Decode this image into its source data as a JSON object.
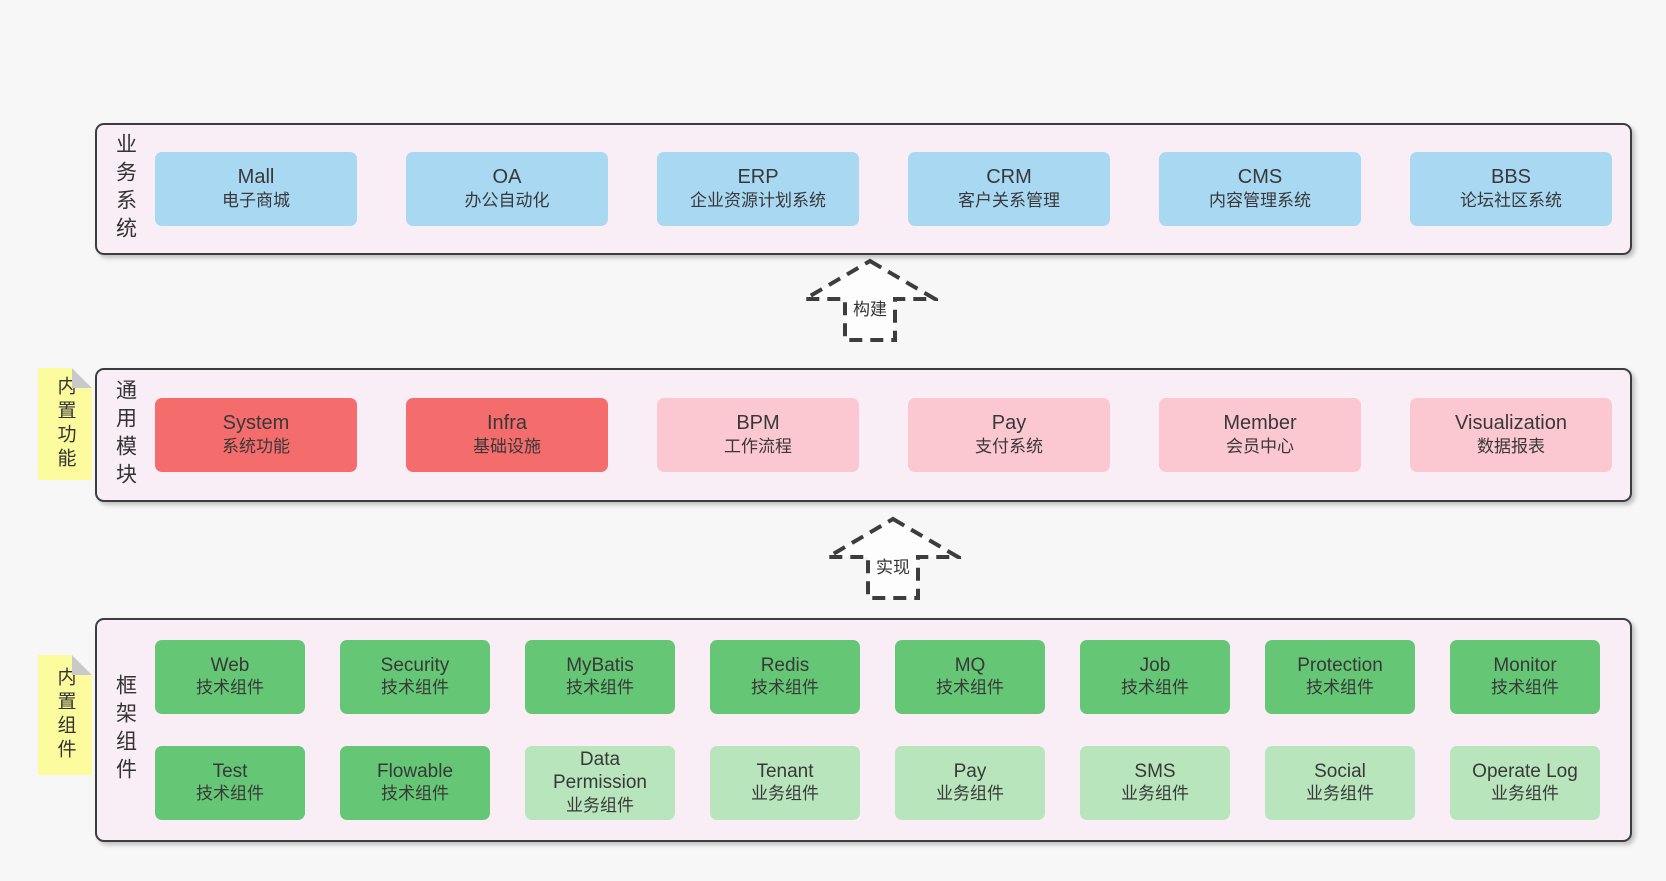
{
  "colors": {
    "page_bg": "#f7f7f7",
    "panel_bg": "#f9edf6",
    "panel_border": "#3d3d3d",
    "blue": "#a9d8f3",
    "red": "#f56c6c",
    "pink": "#fbc8d2",
    "green": "#65c775",
    "green_light": "#b9e5bd",
    "note_yellow": "#fbfa9d",
    "note_fold": "#c9c9c9",
    "text": "#383838"
  },
  "layers": [
    {
      "label": "业务系统",
      "boxes": [
        {
          "name": "Mall",
          "desc": "电子商城",
          "color": "blue"
        },
        {
          "name": "OA",
          "desc": "办公自动化",
          "color": "blue"
        },
        {
          "name": "ERP",
          "desc": "企业资源计划系统",
          "color": "blue"
        },
        {
          "name": "CRM",
          "desc": "客户关系管理",
          "color": "blue"
        },
        {
          "name": "CMS",
          "desc": "内容管理系统",
          "color": "blue"
        },
        {
          "name": "BBS",
          "desc": "论坛社区系统",
          "color": "blue"
        }
      ]
    },
    {
      "label": "通用模块",
      "note": "内置功能",
      "boxes": [
        {
          "name": "System",
          "desc": "系统功能",
          "color": "red"
        },
        {
          "name": "Infra",
          "desc": "基础设施",
          "color": "red"
        },
        {
          "name": "BPM",
          "desc": "工作流程",
          "color": "pink"
        },
        {
          "name": "Pay",
          "desc": "支付系统",
          "color": "pink"
        },
        {
          "name": "Member",
          "desc": "会员中心",
          "color": "pink"
        },
        {
          "name": "Visualization",
          "desc": "数据报表",
          "color": "pink"
        }
      ]
    },
    {
      "label": "框架组件",
      "note": "内置组件",
      "rows": [
        [
          {
            "name": "Web",
            "desc": "技术组件",
            "color": "green"
          },
          {
            "name": "Security",
            "desc": "技术组件",
            "color": "green"
          },
          {
            "name": "MyBatis",
            "desc": "技术组件",
            "color": "green"
          },
          {
            "name": "Redis",
            "desc": "技术组件",
            "color": "green"
          },
          {
            "name": "MQ",
            "desc": "技术组件",
            "color": "green"
          },
          {
            "name": "Job",
            "desc": "技术组件",
            "color": "green"
          },
          {
            "name": "Protection",
            "desc": "技术组件",
            "color": "green"
          },
          {
            "name": "Monitor",
            "desc": "技术组件",
            "color": "green"
          }
        ],
        [
          {
            "name": "Test",
            "desc": "技术组件",
            "color": "green"
          },
          {
            "name": "Flowable",
            "desc": "技术组件",
            "color": "green"
          },
          {
            "name": "Data Permission",
            "desc": "业务组件",
            "color": "green_light"
          },
          {
            "name": "Tenant",
            "desc": "业务组件",
            "color": "green_light"
          },
          {
            "name": "Pay",
            "desc": "业务组件",
            "color": "green_light"
          },
          {
            "name": "SMS",
            "desc": "业务组件",
            "color": "green_light"
          },
          {
            "name": "Social",
            "desc": "业务组件",
            "color": "green_light"
          },
          {
            "name": "Operate Log",
            "desc": "业务组件",
            "color": "green_light"
          }
        ]
      ]
    }
  ],
  "arrows": [
    {
      "label": "构建"
    },
    {
      "label": "实现"
    }
  ]
}
